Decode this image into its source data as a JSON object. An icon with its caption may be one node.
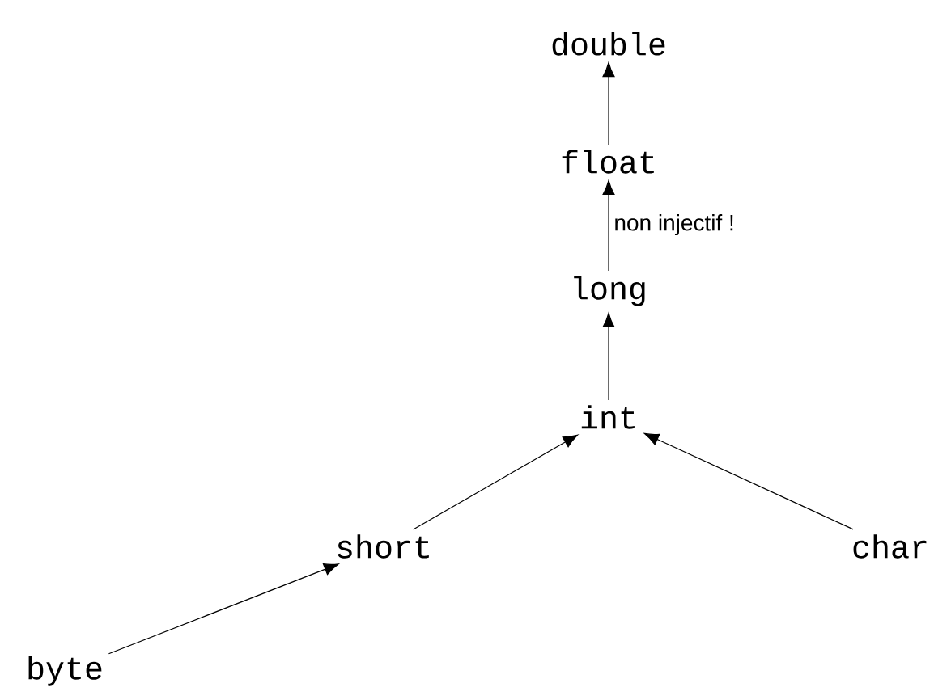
{
  "diagram": {
    "nodes": [
      {
        "text": [
          "double"
        ]
      },
      {
        "text": [
          "float"
        ]
      },
      {
        "text": [
          "long"
        ]
      },
      {
        "text": [
          "int"
        ]
      },
      {
        "text": [
          "short"
        ]
      },
      {
        "text": [
          "char"
        ]
      },
      {
        "text": [
          "byte"
        ]
      }
    ],
    "edges": [
      {
        "from": 1,
        "to": 0,
        "arrow": "to"
      },
      {
        "from": 2,
        "to": 1,
        "arrow": "to",
        "label": "non injectif !"
      },
      {
        "from": 3,
        "to": 2,
        "arrow": "to"
      },
      {
        "from": 4,
        "to": 3,
        "arrow": "to"
      },
      {
        "from": 5,
        "to": 3,
        "arrow": "to"
      },
      {
        "from": 6,
        "to": 4,
        "arrow": "to"
      }
    ]
  }
}
